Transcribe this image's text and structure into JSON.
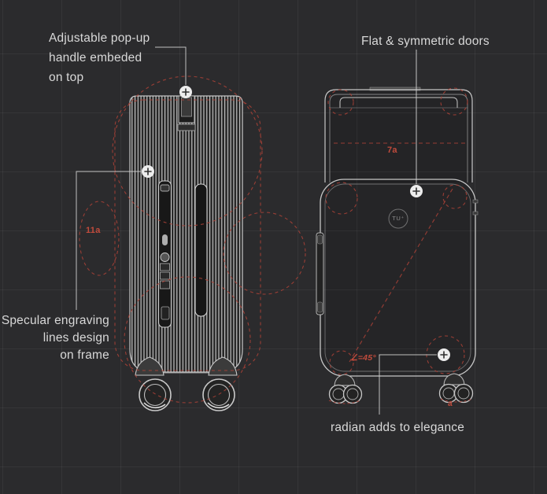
{
  "scene": {
    "background": "#2b2b2d",
    "grid_color": "rgba(255,255,255,0.05)",
    "annotation_red": "#ad4237",
    "outline_gray": "#c7c7c7",
    "text_gray": "#d8d8d8"
  },
  "callouts": {
    "popup_handle": {
      "line1": "Adjustable pop-up",
      "line2": "handle embeded",
      "line3": "on top"
    },
    "doors": {
      "label": "Flat & symmetric doors"
    },
    "engraving": {
      "line1": "Specular engraving",
      "line2": "lines design",
      "line3": "on frame"
    },
    "radian": {
      "label": "radian adds to elegance"
    }
  },
  "dimensions": {
    "front_circle": "11a",
    "top_section": "7a",
    "corner_angle": "∠=45°",
    "wheel_arc": "a"
  },
  "brand": {
    "logo": "TU⁺"
  },
  "icons": {
    "hotspot_marker": "plus-crosshair"
  }
}
